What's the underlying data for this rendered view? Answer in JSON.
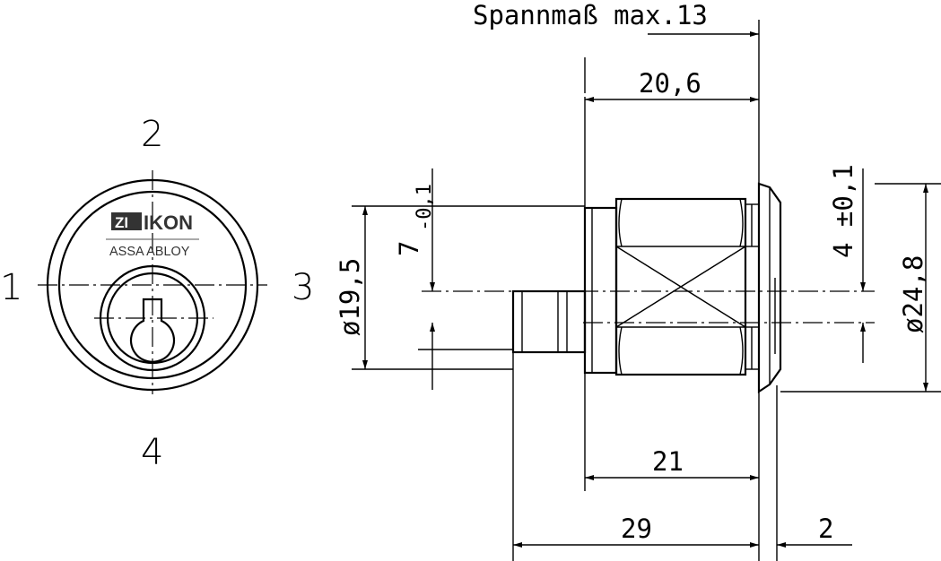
{
  "front_view": {
    "positions": [
      "1",
      "2",
      "3",
      "4"
    ],
    "logo": {
      "brand": "IKON",
      "mark": "ZI",
      "sub": "ASSA ABLOY"
    }
  },
  "dimensions": {
    "clamping": "Spannmaß max.13",
    "length_20_6": "20,6",
    "length_21": "21",
    "length_29": "29",
    "flange_2": "2",
    "dia_19_5": "ø19,5",
    "dia_24_8": "ø24,8",
    "offset_7": "7",
    "offset_7_tol": "-0,1",
    "offset_4": "4 ±0,1"
  },
  "colors": {
    "line": "#000000",
    "background": "#ffffff",
    "logo": "#333333"
  }
}
